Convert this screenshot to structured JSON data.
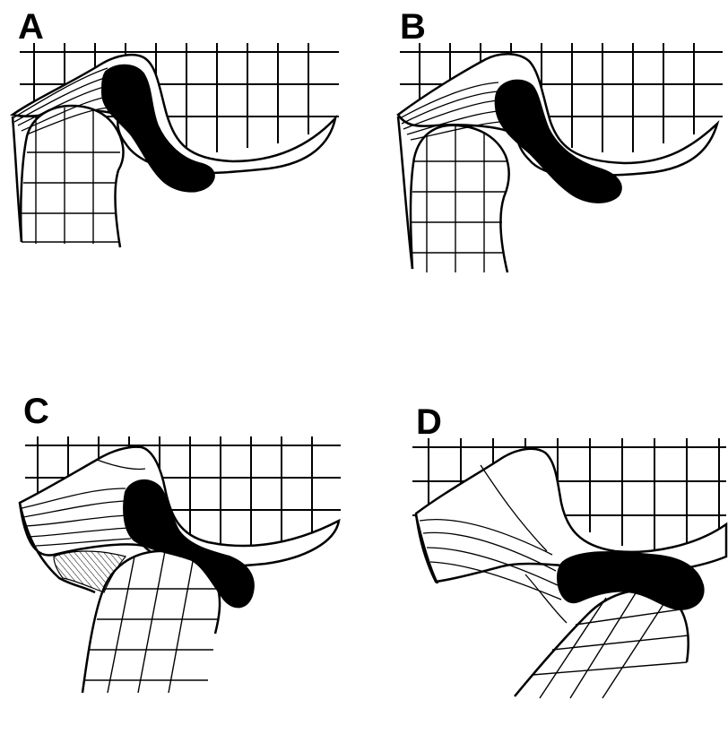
{
  "panels": [
    {
      "id": "a",
      "letter": "A"
    },
    {
      "id": "b",
      "letter": "B"
    },
    {
      "id": "c",
      "letter": "C"
    },
    {
      "id": "d",
      "letter": "D"
    }
  ]
}
